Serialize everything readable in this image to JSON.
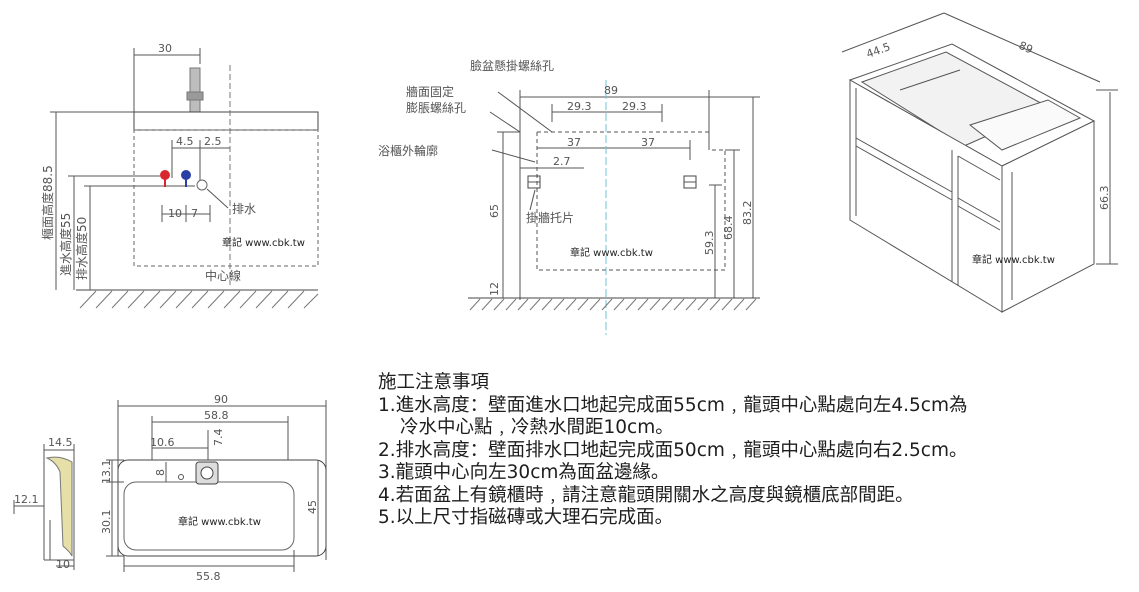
{
  "watermark": "章記 www.cbk.tw",
  "colors": {
    "line": "#555555",
    "dim": "#8a8a8a",
    "hot": "#d9262c",
    "cold": "#2a3fa3",
    "text": "#1e1e1e"
  },
  "side_view": {
    "dim_top": "30",
    "dim_a": "4.5",
    "dim_b": "2.5",
    "dim_c": "10",
    "dim_d": "7",
    "label_drain": "排水",
    "label_center": "中心線",
    "v_label_1": "櫃面高度88.5",
    "v_label_2": "進水高度55",
    "v_label_3": "排水高度50"
  },
  "front_view": {
    "label_hang_screw": "臉盆懸掛螺絲孔",
    "label_wall_fix_1": "牆面固定",
    "label_wall_fix_2": "膨脹螺絲孔",
    "label_outline": "浴櫃外輪廓",
    "label_bracket": "掛牆托片",
    "dim_89": "89",
    "dim_29a": "29.3",
    "dim_29b": "29.3",
    "dim_37a": "37",
    "dim_37b": "37",
    "dim_27": "2.7",
    "dim_65": "65",
    "dim_12": "12",
    "dim_593": "59.3",
    "dim_684": "68.4",
    "dim_832": "83.2"
  },
  "iso_view": {
    "dim_445": "44.5",
    "dim_89": "89",
    "dim_663": "66.3"
  },
  "basin_view": {
    "dim_145": "14.5",
    "dim_121": "12.1",
    "dim_10": "10",
    "dim_90": "90",
    "dim_588": "58.8",
    "dim_106": "10.6",
    "dim_74": "7.4",
    "dim_8": "8",
    "dim_131": "13.1",
    "dim_301": "30.1",
    "dim_45": "45",
    "dim_558": "55.8"
  },
  "notes": {
    "title": "施工注意事項",
    "line1": "1.進水高度：壁面進水口地起完成面55cm﹐龍頭中心點處向左4.5cm為",
    "line1b": "冷水中心點﹐冷熱水間距10cm。",
    "line2": "2.排水高度：壁面排水口地起完成面50cm﹐龍頭中心點處向右2.5cm。",
    "line3": "3.龍頭中心向左30cm為面盆邊緣。",
    "line4": "4.若面盆上有鏡櫃時﹐請注意龍頭開關水之高度與鏡櫃底部間距。",
    "line5": "5.以上尺寸指磁磚或大理石完成面。"
  }
}
